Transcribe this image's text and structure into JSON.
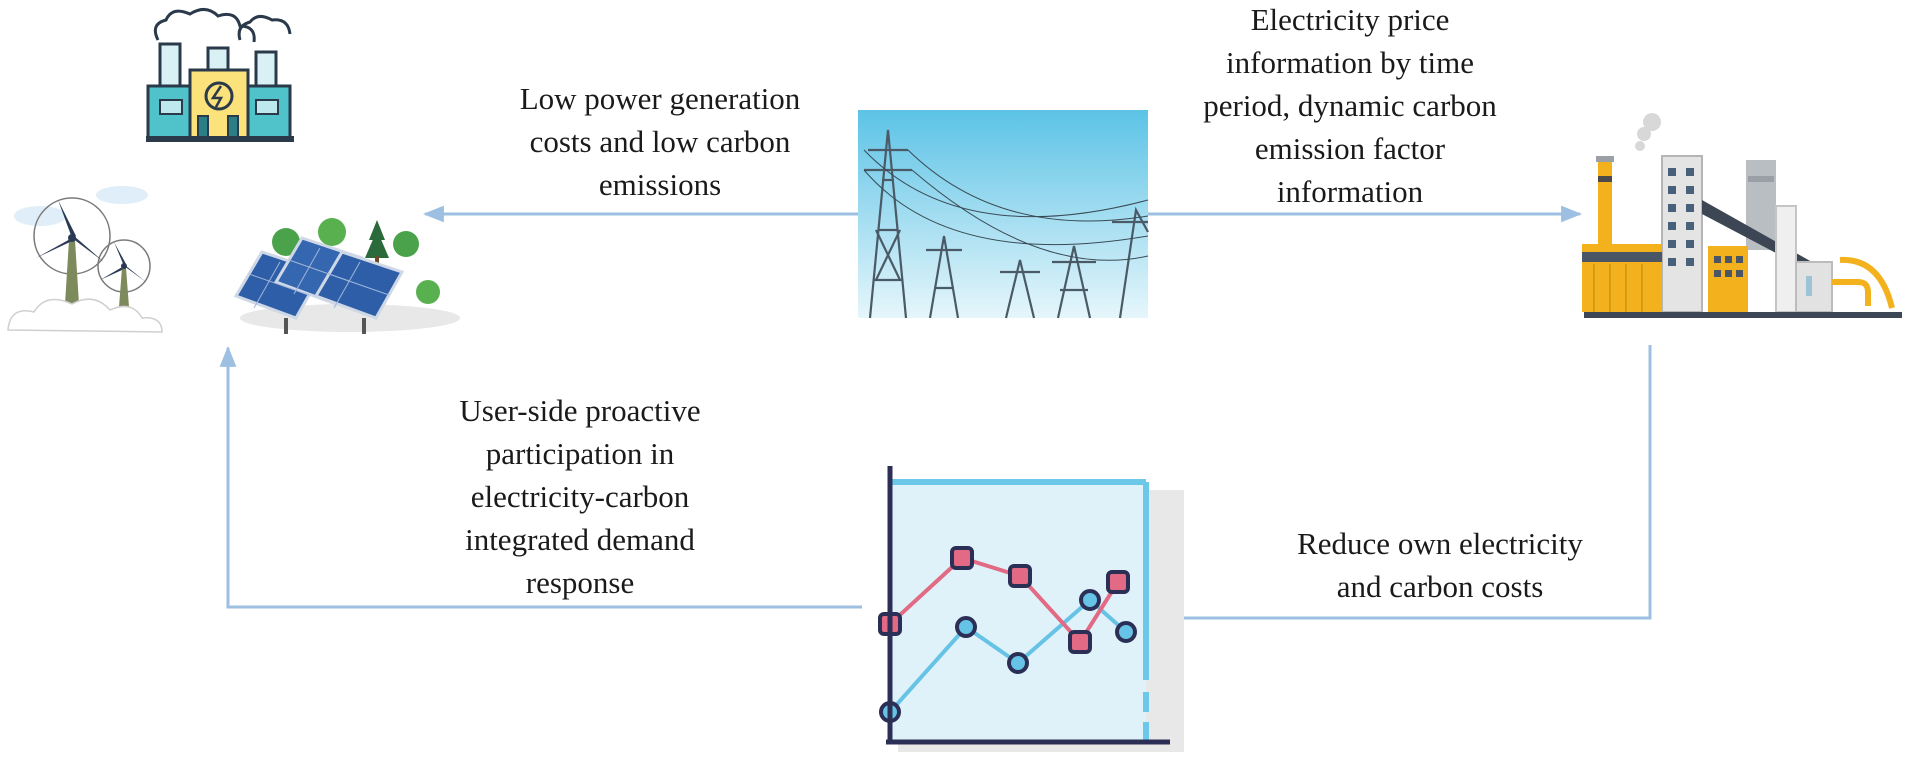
{
  "labels": {
    "top_left": [
      "Low power generation",
      "costs and low carbon",
      "emissions"
    ],
    "top_right": [
      "Electricity price",
      "information by time",
      "period, dynamic carbon",
      "emission factor",
      "information"
    ],
    "bottom_left": [
      "User-side proactive",
      "participation in",
      "electricity-carbon",
      "integrated demand",
      "response"
    ],
    "bottom_right": [
      "Reduce own electricity",
      "and carbon costs"
    ]
  },
  "icons": {
    "power_plant": "power-plant-icon",
    "wind_turbines": "wind-turbine-icon",
    "solar_panels": "solar-panel-icon",
    "transmission_grid": "transmission-tower-icon",
    "industrial_factory": "factory-icon",
    "line_chart": "line-chart-icon"
  },
  "colors": {
    "arrow": "#9dbfe2",
    "sky_top": "#5cc3e6",
    "sky_bottom": "#e6f6fb",
    "factory_yellow": "#f3b21d",
    "chart_red": "#e26a84",
    "chart_blue": "#66c3e6",
    "chart_axis": "#2c2f55"
  }
}
